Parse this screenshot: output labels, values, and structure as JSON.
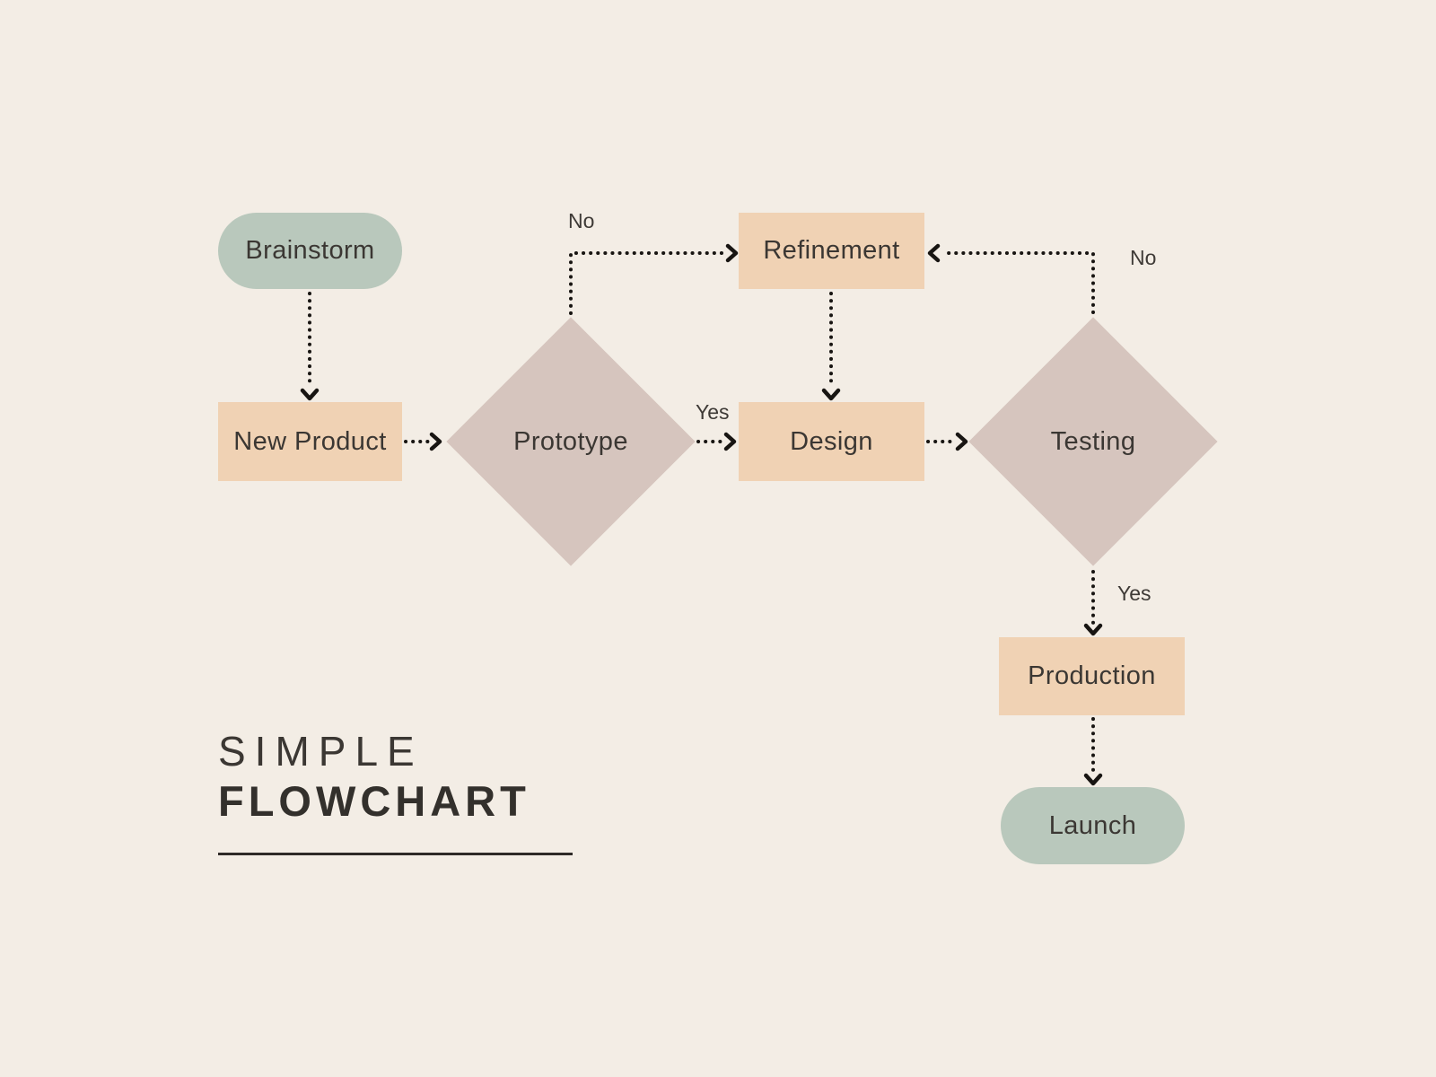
{
  "title": {
    "line1": "SIMPLE",
    "line2": "FLOWCHART"
  },
  "diagram": {
    "type": "flowchart",
    "nodes": {
      "brainstorm": {
        "label": "Brainstorm",
        "shape": "terminal"
      },
      "new_product": {
        "label": "New Product",
        "shape": "process"
      },
      "prototype": {
        "label": "Prototype",
        "shape": "decision"
      },
      "refinement": {
        "label": "Refinement",
        "shape": "process"
      },
      "design": {
        "label": "Design",
        "shape": "process"
      },
      "testing": {
        "label": "Testing",
        "shape": "decision"
      },
      "production": {
        "label": "Production",
        "shape": "process"
      },
      "launch": {
        "label": "Launch",
        "shape": "terminal"
      }
    },
    "edges": [
      {
        "from": "brainstorm",
        "to": "new_product",
        "label": ""
      },
      {
        "from": "new_product",
        "to": "prototype",
        "label": ""
      },
      {
        "from": "prototype",
        "to": "refinement",
        "label": "No"
      },
      {
        "from": "prototype",
        "to": "design",
        "label": "Yes"
      },
      {
        "from": "refinement",
        "to": "design",
        "label": ""
      },
      {
        "from": "design",
        "to": "testing",
        "label": ""
      },
      {
        "from": "testing",
        "to": "refinement",
        "label": "No"
      },
      {
        "from": "testing",
        "to": "production",
        "label": "Yes"
      },
      {
        "from": "production",
        "to": "launch",
        "label": ""
      }
    ],
    "edge_labels": {
      "prototype_no": "No",
      "prototype_yes": "Yes",
      "testing_no": "No",
      "testing_yes": "Yes"
    }
  },
  "colors": {
    "background": "#f3ede5",
    "terminal-fill": "#b9c8bc",
    "process-fill": "#f0d2b4",
    "decision-fill": "#d6c5be",
    "text": "#3b3733",
    "line": "#181512"
  }
}
